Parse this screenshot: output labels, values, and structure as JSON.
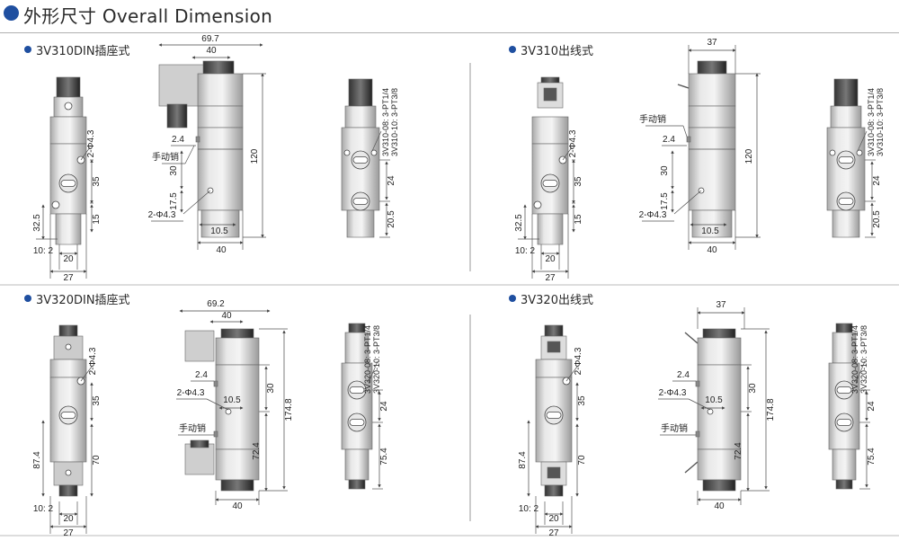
{
  "title": "外形尺寸 Overall Dimension",
  "sections": [
    {
      "label": "3V310DIN插座式",
      "front": {
        "dims": [
          "2-Φ4.3",
          "35",
          "32.5",
          "15",
          "10: 2",
          "20",
          "27"
        ]
      },
      "side": {
        "dims": [
          "69.7",
          "40",
          "2.4",
          "手动销",
          "30",
          "17.5",
          "2-Φ4.3",
          "10.5",
          "40",
          "120"
        ]
      },
      "port": {
        "dims": [
          "3V310-08: 3-PT1/4",
          "3V310-10: 3-PT3/8",
          "24",
          "20.5"
        ]
      }
    },
    {
      "label": "3V310出线式",
      "front": {
        "dims": [
          "2-Φ4.3",
          "35",
          "32.5",
          "15",
          "10: 2",
          "20",
          "27"
        ]
      },
      "side": {
        "dims": [
          "37",
          "手动销",
          "2.4",
          "30",
          "17.5",
          "2-Φ4.3",
          "10.5",
          "40",
          "120"
        ]
      },
      "port": {
        "dims": [
          "3V310-08: 3-PT1/4",
          "3V310-10: 3-PT3/8",
          "24",
          "20.5"
        ]
      }
    },
    {
      "label": "3V320DIN插座式",
      "front": {
        "dims": [
          "2-Φ4.3",
          "35",
          "87.4",
          "70",
          "10: 2",
          "20",
          "27"
        ]
      },
      "side": {
        "dims": [
          "69.2",
          "40",
          "2.4",
          "2-Φ4.3",
          "10.5",
          "30",
          "手动销",
          "72.4",
          "174.8",
          "40"
        ]
      },
      "port": {
        "dims": [
          "3V320-08: 3-PT1/4",
          "3V320-10: 3-PT3/8",
          "24",
          "75.4"
        ]
      }
    },
    {
      "label": "3V320出线式",
      "front": {
        "dims": [
          "2-Φ4.3",
          "35",
          "87.4",
          "70",
          "10: 2",
          "20",
          "27"
        ]
      },
      "side": {
        "dims": [
          "37",
          "2.4",
          "2-Φ4.3",
          "10.5",
          "30",
          "手动销",
          "72.4",
          "174.8",
          "40"
        ]
      },
      "port": {
        "dims": [
          "3V320-08: 3-PT1/4",
          "3V320-10: 3-PT3/8",
          "24",
          "75.4"
        ]
      }
    }
  ]
}
